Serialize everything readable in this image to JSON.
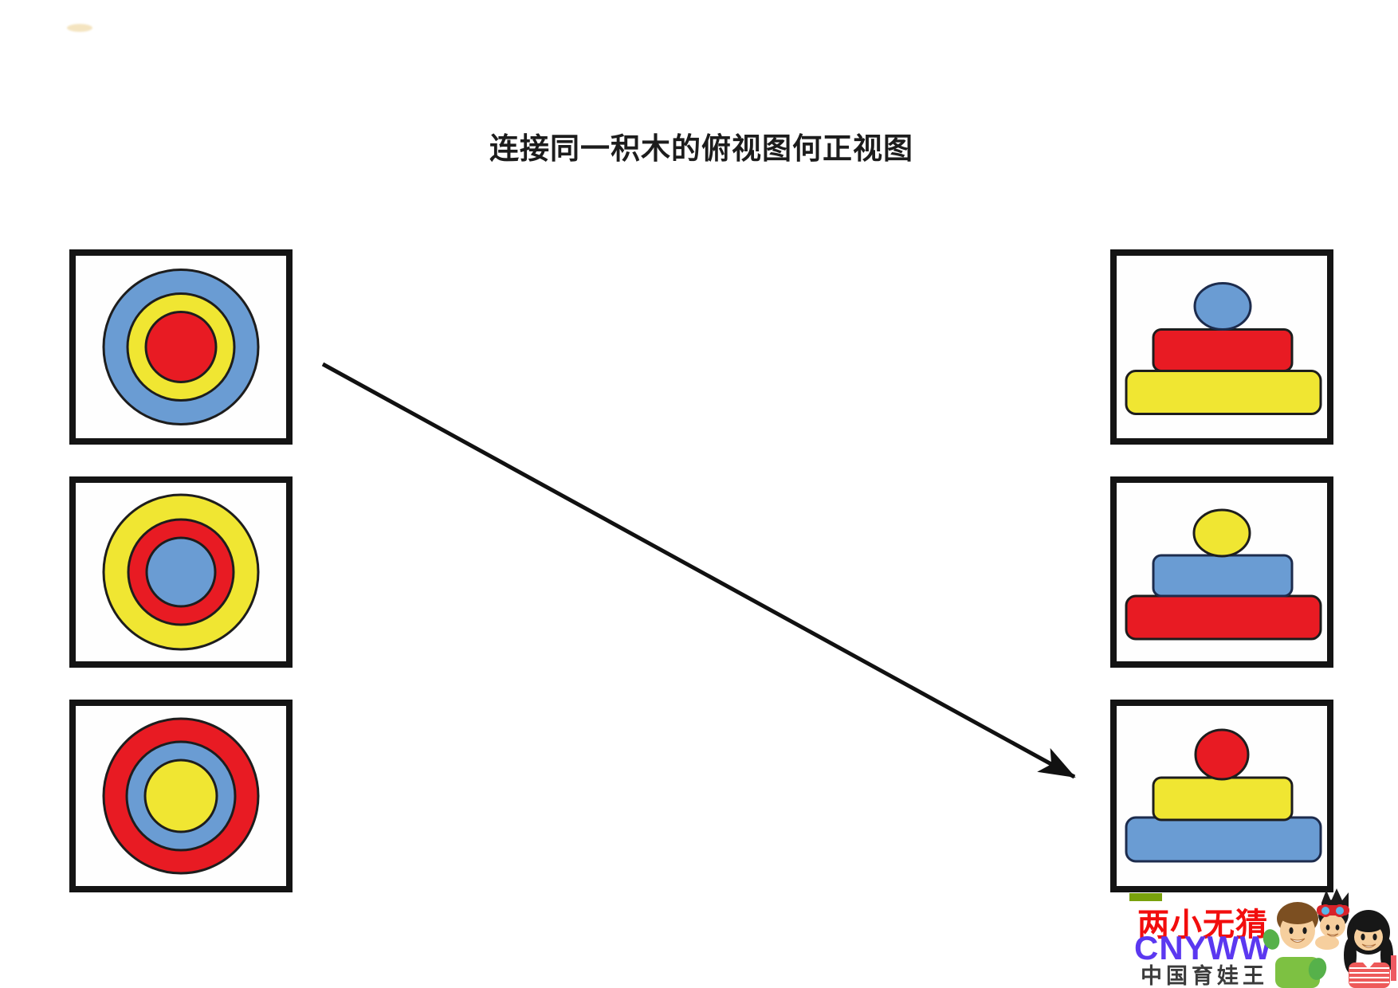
{
  "title": "连接同一积木的俯视图何正视图",
  "palette": {
    "red": "#e81b23",
    "yellow": "#f0e632",
    "blue": "#6a9cd3",
    "outline": "#1c1c1c"
  },
  "top_views": [
    {
      "name": "top-view-1",
      "rings_outer_to_inner": [
        "blue",
        "yellow",
        "red"
      ]
    },
    {
      "name": "top-view-2",
      "rings_outer_to_inner": [
        "yellow",
        "red",
        "blue"
      ]
    },
    {
      "name": "top-view-3",
      "rings_outer_to_inner": [
        "red",
        "blue",
        "yellow"
      ]
    }
  ],
  "front_views": [
    {
      "name": "front-view-1",
      "stack_top_to_bottom": [
        "blue",
        "red",
        "yellow"
      ]
    },
    {
      "name": "front-view-2",
      "stack_top_to_bottom": [
        "yellow",
        "blue",
        "red"
      ]
    },
    {
      "name": "front-view-3",
      "stack_top_to_bottom": [
        "red",
        "yellow",
        "blue"
      ]
    }
  ],
  "connection": {
    "from": "top-view-1",
    "to": "front-view-3"
  },
  "watermark": {
    "brand_cn": "两小无猜",
    "brand_en": "CNYWW",
    "tagline": "中国育娃王"
  }
}
